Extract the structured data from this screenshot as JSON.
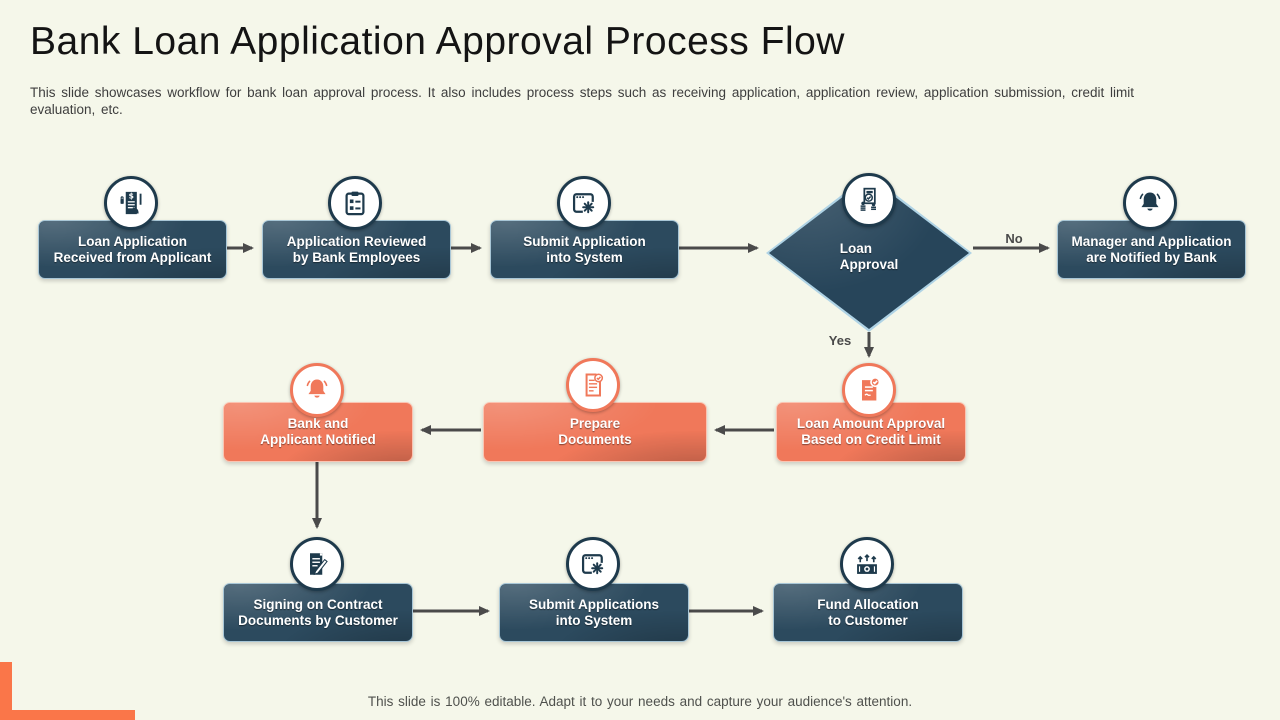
{
  "slide": {
    "title": "Bank Loan Application Approval Process Flow",
    "subtitle": "This slide showcases workflow for bank loan approval process. It also includes process steps such as receiving application, application review, application submission, credit limit evaluation, etc.",
    "footer": "This slide is 100% editable. Adapt it to your needs and capture your audience's attention."
  },
  "colors": {
    "background": "#F5F7EA",
    "navy_box": "#2C4A5E",
    "navy_icon_ring": "#1E3A4C",
    "orange_box": "#F0785A",
    "corner_accent": "#FA7649",
    "arrow": "#4A4A4A",
    "diamond_border": "#AFD3E5",
    "label_text": "#FFFFFF"
  },
  "flow": {
    "decision_labels": {
      "yes": "Yes",
      "no": "No"
    },
    "nodes": [
      {
        "id": "received",
        "label": "Loan Application\nReceived from Applicant",
        "icon": "loan-document-icon",
        "color": "navy"
      },
      {
        "id": "reviewed",
        "label": "Application Reviewed\nby Bank Employees",
        "icon": "checklist-clipboard-icon",
        "color": "navy"
      },
      {
        "id": "submit1",
        "label": "Submit Application\ninto System",
        "icon": "system-window-gear-icon",
        "color": "navy"
      },
      {
        "id": "decision",
        "label": "Loan\nApproval",
        "icon": "approval-stamp-icon",
        "color": "navy"
      },
      {
        "id": "notified",
        "label": "Manager and Application\nare Notified by Bank",
        "icon": "bell-icon",
        "color": "navy"
      },
      {
        "id": "bank-applicant",
        "label": "Bank and\nApplicant Notified",
        "icon": "bell-icon",
        "color": "orange"
      },
      {
        "id": "prepare",
        "label": "Prepare\nDocuments",
        "icon": "prepare-document-icon",
        "color": "orange"
      },
      {
        "id": "loan-amount",
        "label": "Loan Amount Approval\nBased on Credit Limit",
        "icon": "document-check-icon",
        "color": "orange"
      },
      {
        "id": "signing",
        "label": "Signing on Contract\nDocuments by Customer",
        "icon": "contract-signing-icon",
        "color": "navy"
      },
      {
        "id": "submit2",
        "label": "Submit Applications\ninto System",
        "icon": "system-window-gear-icon",
        "color": "navy"
      },
      {
        "id": "fund",
        "label": "Fund Allocation\nto Customer",
        "icon": "money-allocation-icon",
        "color": "navy"
      }
    ]
  }
}
